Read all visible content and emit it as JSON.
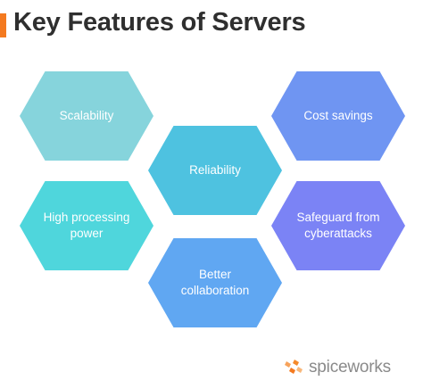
{
  "title": "Key Features of Servers",
  "colors": {
    "accent": "#f47a20",
    "title_text": "#2f2f2f",
    "scalability": "#86d4dc",
    "reliability": "#4ec2e0",
    "cost_savings": "#6f95f2",
    "high_processing": "#4fd6dc",
    "safeguard": "#7b83f5",
    "collaboration": "#60a7f2"
  },
  "features": {
    "scalability": "Scalability",
    "reliability": "Reliability",
    "cost_savings": "Cost savings",
    "high_processing": "High processing\npower",
    "safeguard": "Safeguard from\ncyberattacks",
    "collaboration": "Better\ncollaboration"
  },
  "brand": {
    "name": "spiceworks",
    "icon": "spiceworks-logo-icon"
  }
}
